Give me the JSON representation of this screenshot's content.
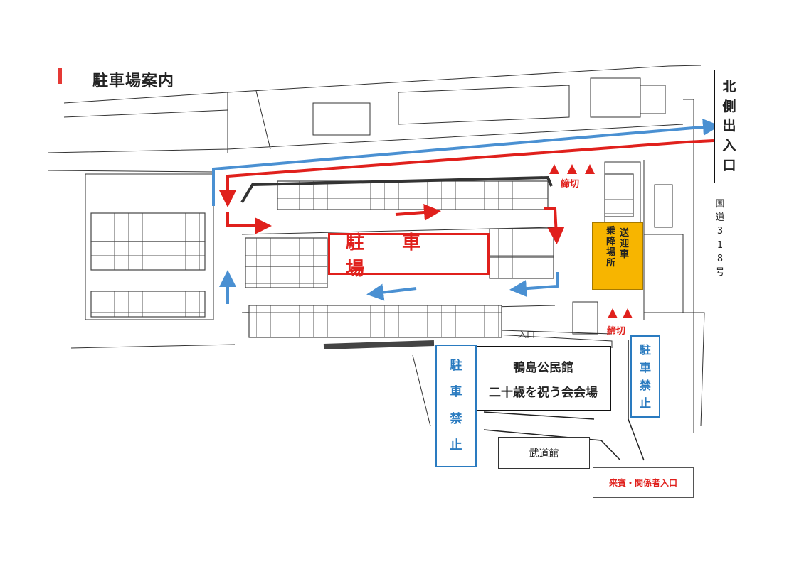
{
  "title": "駐車場案内",
  "north_exit": {
    "chars": [
      "北",
      "側",
      "出",
      "入",
      "口"
    ]
  },
  "route_318": {
    "chars": [
      "国",
      "道",
      "3",
      "1",
      "8",
      "号"
    ]
  },
  "parking": {
    "label": "駐 車 場"
  },
  "pickup": {
    "col1": [
      "送",
      "迎",
      "車"
    ],
    "col2": [
      "乗",
      "降",
      "場",
      "所"
    ]
  },
  "cutoff_label": "締切",
  "entrance_label": "入口",
  "hall": {
    "line1": "鴨島公民館",
    "line2": "二十歳を祝う会会場"
  },
  "no_parking": {
    "chars": [
      "駐",
      "車",
      "禁",
      "止"
    ]
  },
  "budokan": "武道館",
  "vip_entrance": "来賓・関係者入口",
  "colors": {
    "red": "#e0201c",
    "blue": "#4a90d2",
    "orange": "#f7b500",
    "no_parking_blue": "#2a7bc0"
  }
}
